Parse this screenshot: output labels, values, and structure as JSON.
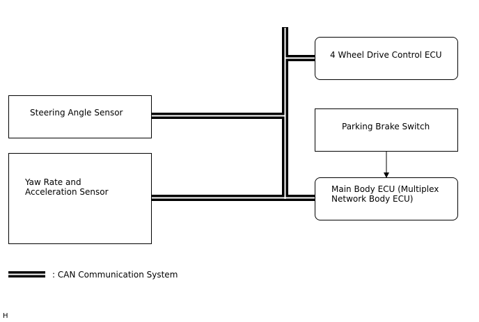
{
  "diagram": {
    "components": {
      "steering_angle_sensor": "Steering Angle Sensor",
      "yaw_rate_sensor": "Yaw Rate and\nAcceleration Sensor",
      "four_wd_ecu": "4 Wheel Drive Control ECU",
      "parking_brake_switch": "Parking Brake Switch",
      "main_body_ecu": "Main Body ECU (Multiplex\nNetwork Body ECU)"
    },
    "legend": {
      "label": ": CAN Communication System"
    },
    "footer_mark": "H",
    "colors": {
      "line": "#000000",
      "background": "#ffffff"
    }
  }
}
